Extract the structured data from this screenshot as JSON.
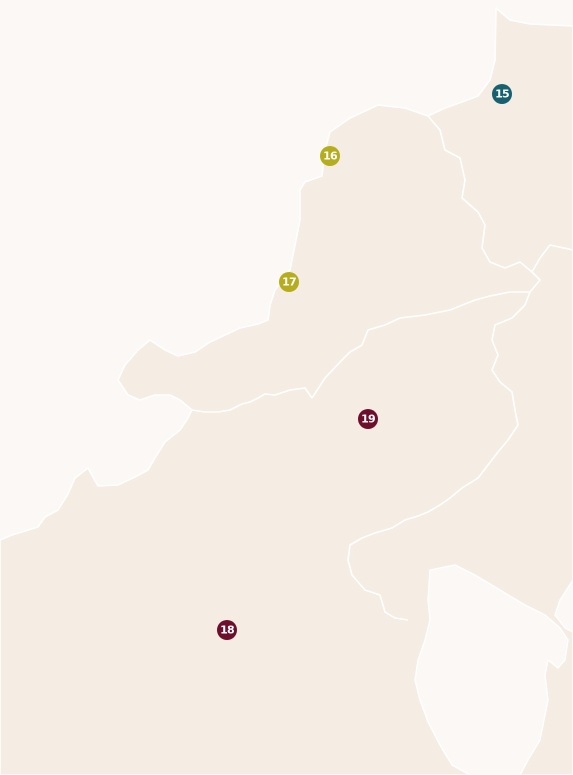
{
  "colors": {
    "background": "#fbf8f5",
    "land": "#f5ece3",
    "borders": "#ffffff"
  },
  "markers": [
    {
      "id": "marker-15",
      "label": "15",
      "color": "#16606f"
    },
    {
      "id": "marker-16",
      "label": "16",
      "color": "#b5ac1e"
    },
    {
      "id": "marker-17",
      "label": "17",
      "color": "#b5ac1e"
    },
    {
      "id": "marker-18",
      "label": "18",
      "color": "#6d0f2c"
    },
    {
      "id": "marker-19",
      "label": "19",
      "color": "#6d0f2c"
    }
  ]
}
